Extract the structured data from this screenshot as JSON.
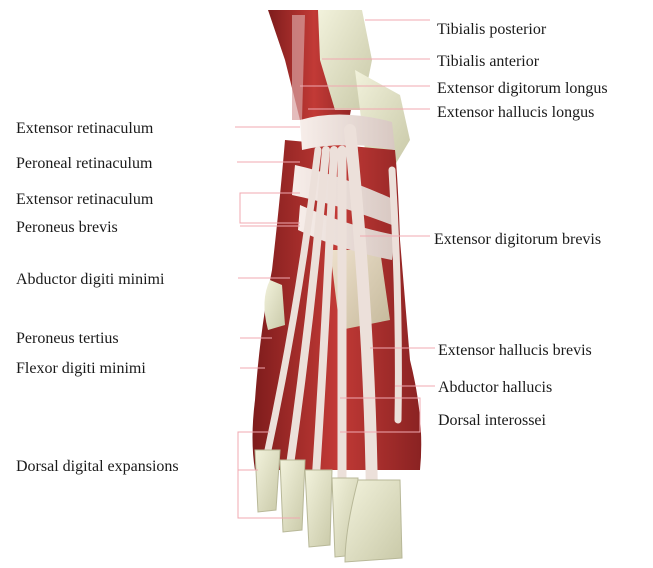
{
  "labels_right": [
    "Tibialis posterior",
    "Tibialis anterior",
    "Extensor digitorum longus",
    "Extensor hallucis longus",
    "Extensor digitorum brevis",
    "Extensor hallucis brevis",
    "Abductor hallucis",
    "Dorsal interossei"
  ],
  "labels_left": [
    "Extensor retinaculum",
    "Peroneal retinaculum",
    "Extensor retinaculum",
    "Peroneus brevis",
    "Abductor digiti minimi",
    "Peroneus tertius",
    "Flexor digiti minimi",
    "Dorsal digital expansions"
  ],
  "colors": {
    "muscle": "#b8312f",
    "muscle_dark": "#8e2222",
    "bone": "#e4e4c8",
    "tendon": "#efe4e0",
    "leader_line": "#f0a8b0"
  }
}
